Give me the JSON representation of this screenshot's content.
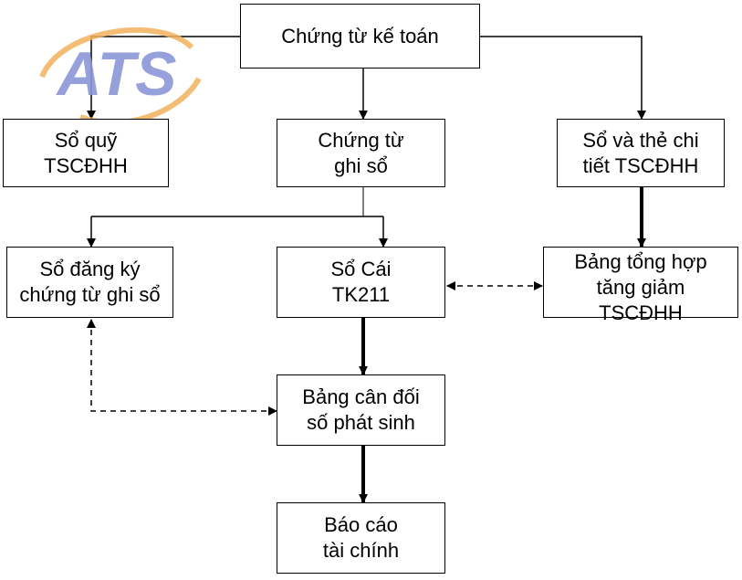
{
  "logo": {
    "text": "ATS"
  },
  "nodes": {
    "root": [
      "Chứng từ kế toán"
    ],
    "so_quy": [
      "Sổ quỹ",
      "TSCĐHH"
    ],
    "chung_tu_ghi_so": [
      "Chứng từ",
      "ghi sổ"
    ],
    "so_the_chi_tiet": [
      "Sổ và thẻ chi",
      "tiết TSCĐHH"
    ],
    "so_dang_ky": [
      "Sổ đăng ký",
      "chứng từ ghi sổ"
    ],
    "so_cai": [
      "Sổ Cái",
      "TK211"
    ],
    "bang_tong_hop": [
      "Bảng tổng hợp",
      "tăng giảm",
      "TSCĐHH"
    ],
    "bang_can_doi": [
      "Bảng cân đối",
      "số phát sinh"
    ],
    "bao_cao": [
      "Báo cáo",
      "tài chính"
    ]
  },
  "colors": {
    "line": "#000000",
    "logo_blue": "#8b96d6",
    "logo_orange": "#f2b15e"
  }
}
